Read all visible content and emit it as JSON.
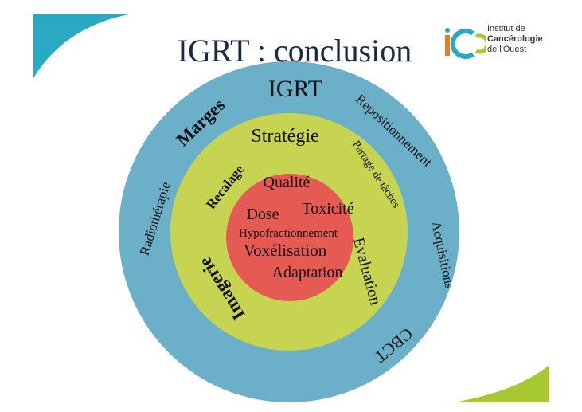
{
  "title": "IGRT : conclusion",
  "logo": {
    "line1": "Institut de",
    "line2": "Cancérologie",
    "line3": "de l'Ouest"
  },
  "colors": {
    "outer_ring": "#6bb0c8",
    "middle_ring": "#c6d452",
    "core": "#e55a52",
    "corner_teal": "#2aa9c2",
    "corner_green": "#a8c832",
    "title_text": "#1a2a44"
  },
  "diagram": {
    "outer": {
      "top": "IGRT",
      "marges": "Marges",
      "repositionnement": "Repositionnement",
      "radiotherapie": "Radiothérapie",
      "acquisitions": "Acquisitions",
      "cbct": "CBCT"
    },
    "middle": {
      "strategie": "Stratégie",
      "partage": "Partage de tâches",
      "recalage": "Recalage",
      "imagerie": "Imagerie",
      "evaluation": "Evaluation"
    },
    "core": {
      "qualite": "Qualité",
      "dose": "Dose",
      "toxicite": "Toxicité",
      "hypofractionnement": "Hypofractionnement",
      "voxelisation": "Voxélisation",
      "adaptation": "Adaptation"
    }
  }
}
